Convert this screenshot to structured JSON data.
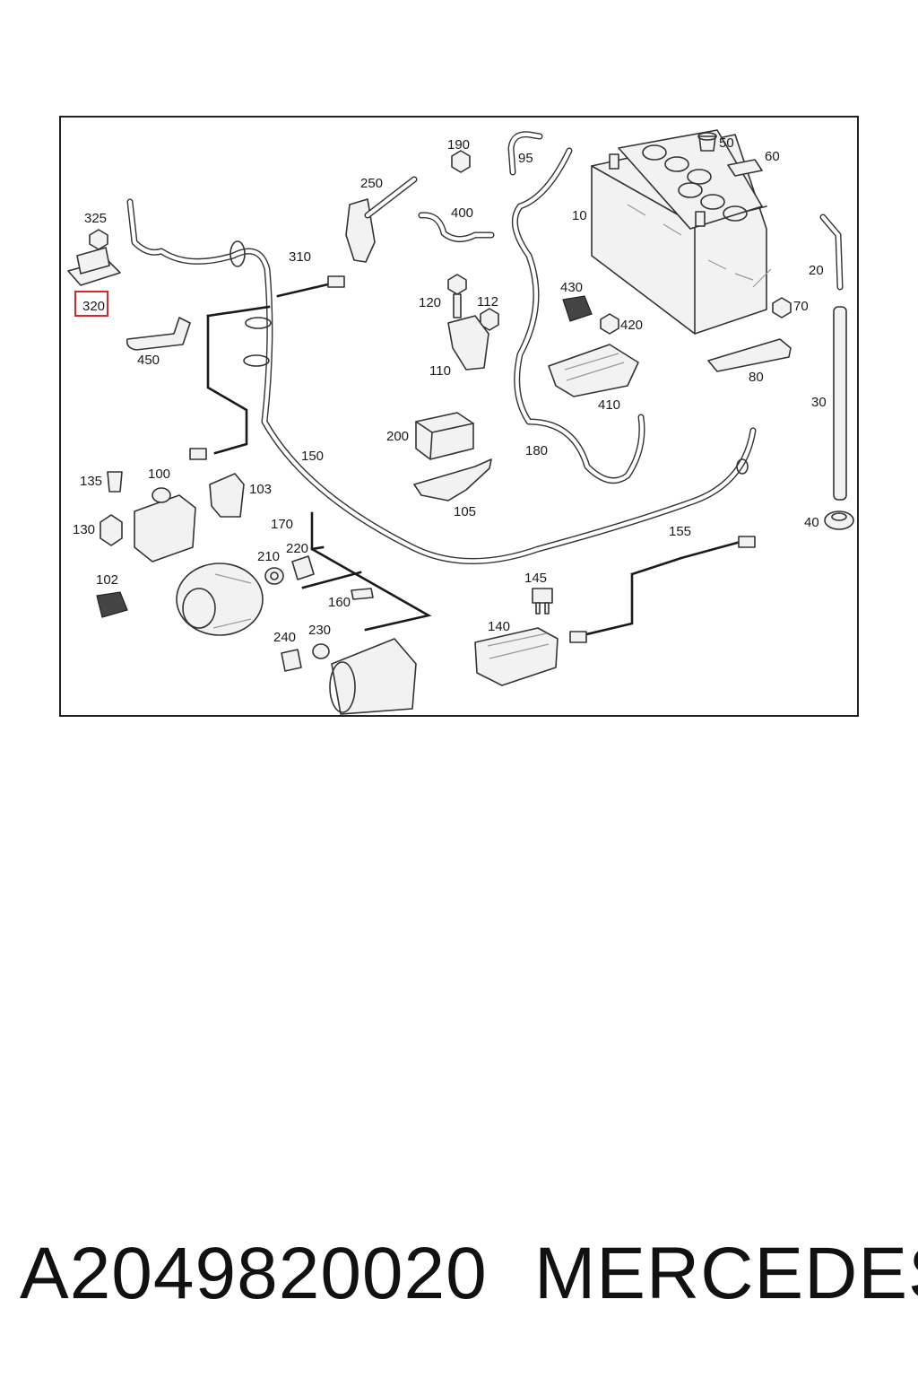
{
  "diagram": {
    "highlight_color": "#d62828",
    "highlighted_callout": "320",
    "callouts": {
      "c10": "10",
      "c20": "20",
      "c30": "30",
      "c40": "40",
      "c50": "50",
      "c60": "60",
      "c70": "70",
      "c80": "80",
      "c95": "95",
      "c100": "100",
      "c102": "102",
      "c103": "103",
      "c105": "105",
      "c110": "110",
      "c112": "112",
      "c120": "120",
      "c130": "130",
      "c135": "135",
      "c140": "140",
      "c145": "145",
      "c150": "150",
      "c155": "155",
      "c160": "160",
      "c170": "170",
      "c180": "180",
      "c190": "190",
      "c200": "200",
      "c210": "210",
      "c220": "220",
      "c230": "230",
      "c240": "240",
      "c250": "250",
      "c310": "310",
      "c320": "320",
      "c325": "325",
      "c400": "400",
      "c410": "410",
      "c420": "420",
      "c430": "430",
      "c450": "450"
    }
  },
  "footer": {
    "part_number": "A2049820020",
    "brand": "MERCEDES"
  }
}
